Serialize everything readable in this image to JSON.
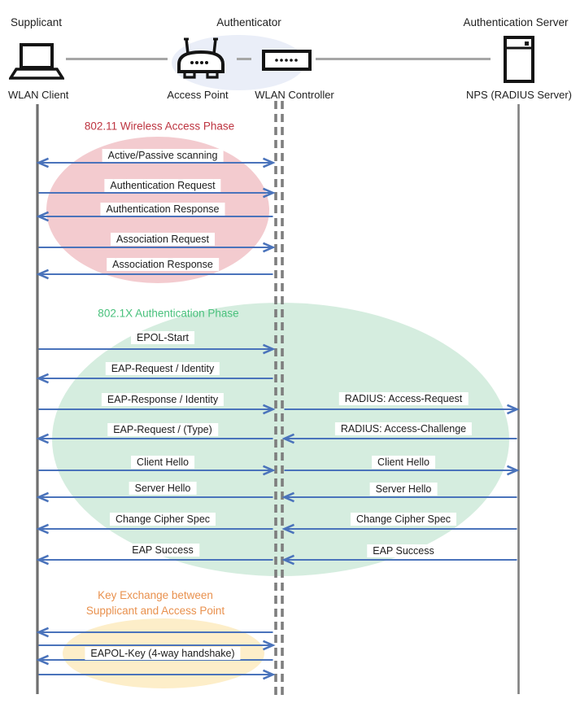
{
  "colors": {
    "arrow": "#4a73bb",
    "lifeline_solid": "#6f6f6f",
    "lifeline_dashed": "#7e7e7e",
    "connector": "#a6a6a6",
    "label_text": "#1c1c1c",
    "authenticator_halo": "#eaeef8"
  },
  "actors": {
    "roles": {
      "supplicant": "Supplicant",
      "authenticator": "Authenticator",
      "auth_server": "Authentication Server"
    },
    "devices": {
      "wlan_client": "WLAN Client",
      "access_point": "Access Point",
      "wlan_controller": "WLAN Controller",
      "nps": "NPS (RADIUS Server)"
    },
    "icons": [
      "laptop-icon",
      "access-point-icon",
      "wlan-controller-icon",
      "server-icon"
    ]
  },
  "phases": {
    "wireless": {
      "title": "802.11 Wireless Access Phase",
      "color": "#bd3440",
      "fill": "#f3cbcf"
    },
    "auth": {
      "title": "802.1X Authentication Phase",
      "color": "#49c17c",
      "fill": "#d5eddf"
    },
    "key": {
      "title_line1": "Key Exchange between",
      "title_line2": "Supplicant and Access Point",
      "color": "#e9914e",
      "fill": "#fdeec9"
    }
  },
  "messages": {
    "left": [
      {
        "label": "Active/Passive scanning",
        "direction": "both"
      },
      {
        "label": "Authentication Request",
        "direction": "right"
      },
      {
        "label": "Authentication Response",
        "direction": "left"
      },
      {
        "label": "Association Request",
        "direction": "right"
      },
      {
        "label": "Association Response",
        "direction": "left"
      },
      {
        "label": "EPOL-Start",
        "direction": "right"
      },
      {
        "label": "EAP-Request / Identity",
        "direction": "left"
      },
      {
        "label": "EAP-Response / Identity",
        "direction": "right"
      },
      {
        "label": "EAP-Request / (Type)",
        "direction": "left"
      },
      {
        "label": "Client Hello",
        "direction": "right"
      },
      {
        "label": "Server Hello",
        "direction": "left"
      },
      {
        "label": "Change Cipher Spec",
        "direction": "left"
      },
      {
        "label": "EAP Success",
        "direction": "left"
      },
      {
        "label": "",
        "direction": "left"
      },
      {
        "label": "",
        "direction": "right"
      },
      {
        "label": "EAPOL-Key (4-way handshake)",
        "direction": "left"
      },
      {
        "label": "",
        "direction": "right"
      }
    ],
    "right": [
      {
        "label": "RADIUS: Access-Request",
        "direction": "right"
      },
      {
        "label": "RADIUS: Access-Challenge",
        "direction": "left"
      },
      {
        "label": "Client Hello",
        "direction": "right"
      },
      {
        "label": "Server Hello",
        "direction": "left"
      },
      {
        "label": "Change Cipher Spec",
        "direction": "left"
      },
      {
        "label": "EAP Success",
        "direction": "left"
      }
    ]
  }
}
